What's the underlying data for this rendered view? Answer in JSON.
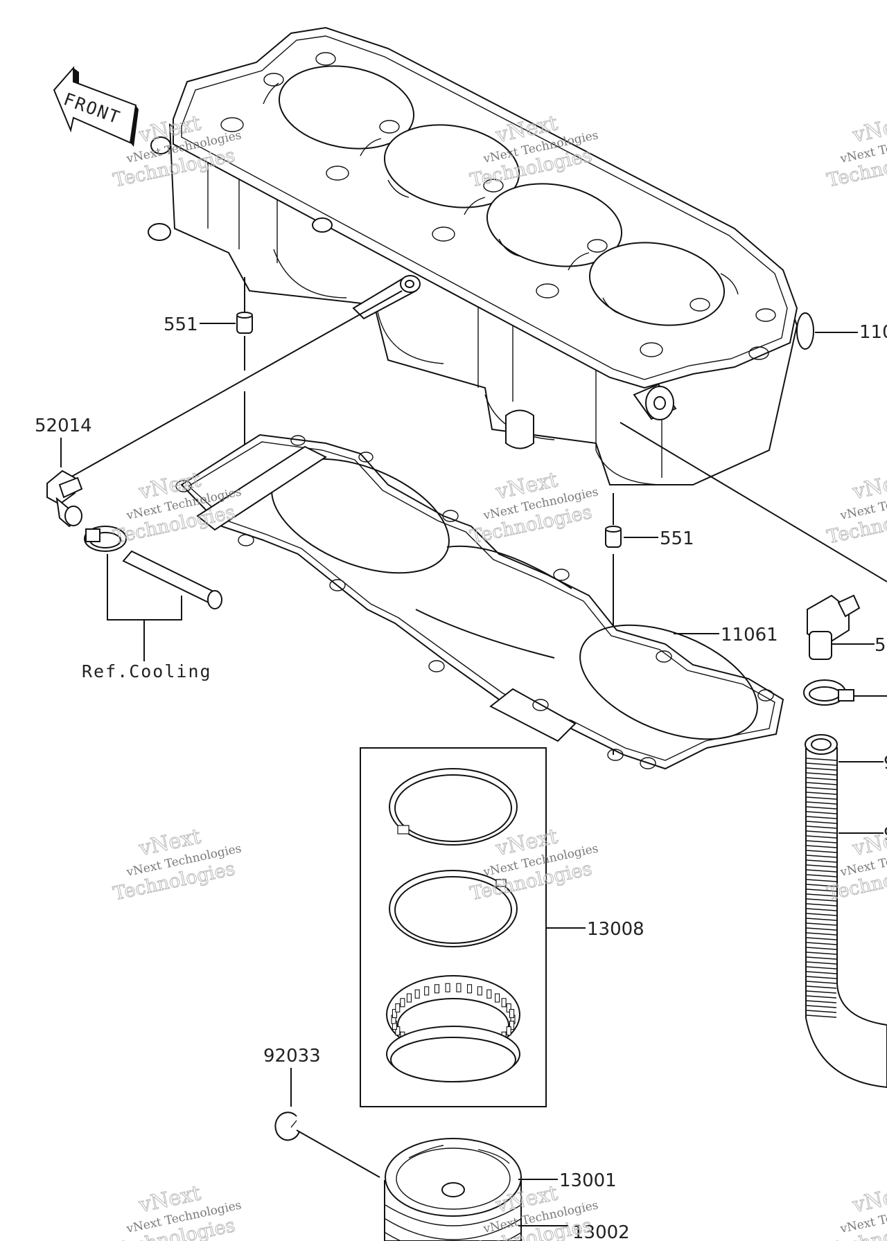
{
  "front_arrow": {
    "text": "FRONT"
  },
  "labels": {
    "p551_top": "551",
    "p11005": "110",
    "p52014": "52014",
    "p551_mid": "551",
    "p11061": "11061",
    "ref_cooling": "Ref.Cooling",
    "p_elbow": "5",
    "p_hose1": "9",
    "p_hose2": "9",
    "p13008": "13008",
    "p92033": "92033",
    "p13001": "13001",
    "p13002": "13002"
  },
  "watermark": {
    "line1": "vNext Technologies",
    "line2": "vNext",
    "line3": "Technologies"
  }
}
